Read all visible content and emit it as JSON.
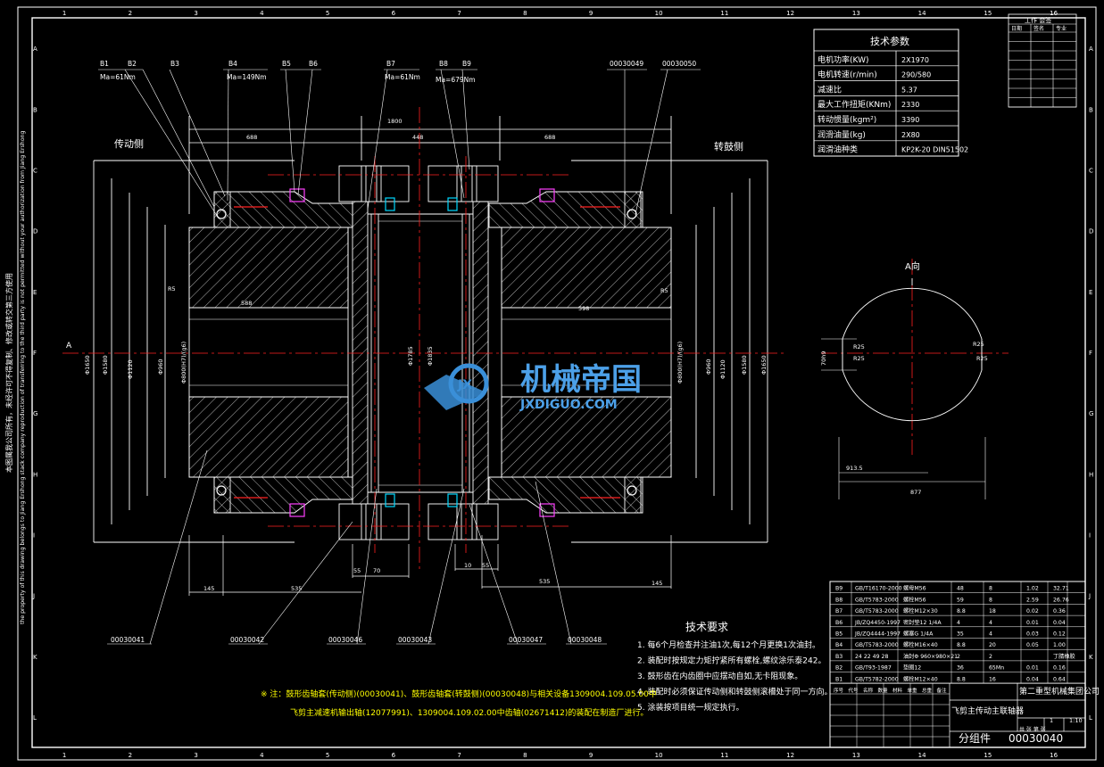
{
  "colors": {
    "background": "#000000",
    "line": "#ffffff",
    "text": "#ffffff",
    "hatch": "#ffffff",
    "accent_red": "#ff2020",
    "accent_cyan": "#00d8ff",
    "accent_magenta": "#ff40ff",
    "accent_green": "#00ff40",
    "accent_yellow": "#ffff00",
    "watermark_blue": "#3a8fd8"
  },
  "border": {
    "columns": [
      "1",
      "2",
      "3",
      "4",
      "5",
      "6",
      "7",
      "8",
      "9",
      "10",
      "11",
      "12",
      "13",
      "14",
      "15",
      "16"
    ],
    "rows": [
      "A",
      "B",
      "C",
      "D",
      "E",
      "F",
      "G",
      "H",
      "I",
      "J",
      "K",
      "L"
    ]
  },
  "side_note": {
    "line1": "本图属我公司所有，未经许可不得复制、修改或转交第三方使用",
    "line2": "the property of this drawing belongs to Jiang Ershong stack company reproduction of transferring to the third party is not permitted without your authorization from Jiang Ershong"
  },
  "labels": {
    "drive_side": "传动侧",
    "driven_side": "转鼓侧",
    "view_a": "A向",
    "section_a": "A",
    "tech_req_title": "技术要求"
  },
  "bolt_callouts": [
    {
      "id": "B1",
      "torque": "Ma=61Nm"
    },
    {
      "id": "B2",
      "torque": ""
    },
    {
      "id": "B3",
      "torque": ""
    },
    {
      "id": "B4",
      "torque": "Ma=149Nm"
    },
    {
      "id": "B5",
      "torque": ""
    },
    {
      "id": "B6",
      "torque": ""
    },
    {
      "id": "B7",
      "torque": "Ma=61Nm"
    },
    {
      "id": "B8",
      "torque": ""
    },
    {
      "id": "B9",
      "torque": "Ma=679Nm"
    }
  ],
  "part_callouts_top": [
    "00030049",
    "00030050"
  ],
  "part_callouts_bottom": [
    "00030041",
    "00030042",
    "00030046",
    "00030043",
    "00030047",
    "00030048"
  ],
  "dimensions": {
    "overall_top": "1800",
    "left_len": "688",
    "mid_len": "448",
    "right_len": "688",
    "inner_left": "588",
    "inner_right": "598",
    "left_d1": "Φ1650",
    "left_d2": "Φ1580",
    "left_d3": "Φ1120",
    "left_d4": "Φ960",
    "left_bore": "Φ800(H7)/(g6)",
    "mid_d1": "Φ1785",
    "mid_d2": "Φ1835",
    "right_d1": "Φ1650",
    "right_d2": "Φ1580",
    "right_d3": "Φ1120",
    "right_d4": "Φ960",
    "right_bore": "Φ800(H7)/(g6)",
    "r_left": "R5",
    "r_right": "R5",
    "bot_55a": "55",
    "bot_70": "70",
    "bot_10": "10",
    "bot_55b": "55",
    "bot_145l": "145",
    "bot_535l": "535",
    "bot_535r": "535",
    "bot_145r": "145",
    "view_r1": "R25",
    "view_r2": "R25",
    "view_r3": "R25",
    "view_r4": "R25",
    "view_h": "70h9",
    "view_w1": "913.5",
    "view_w2": "877"
  },
  "tech_params": {
    "title": "技术参数",
    "rows": [
      {
        "label": "电机功率(KW)",
        "value": "2X1970"
      },
      {
        "label": "电机转速(r/min)",
        "value": "290/580"
      },
      {
        "label": "减速比",
        "value": "5.37"
      },
      {
        "label": "最大工作扭矩(KNm)",
        "value": "2330"
      },
      {
        "label": "转动惯量(kgm²)",
        "value": "3390"
      },
      {
        "label": "润滑油量(kg)",
        "value": "2X80"
      },
      {
        "label": "润滑油种类",
        "value": "KP2K-20    DIN51502"
      }
    ]
  },
  "tech_requirements": [
    "1. 每6个月检查并注油1次,每12个月更换1次油封。",
    "2. 装配时按规定力矩拧紧所有螺栓,螺纹涂乐泰242。",
    "3. 鼓形齿在内齿圈中应摆动自如,无卡阻现象。",
    "4. 装配时必须保证传动侧和转鼓侧滚槽处于同一方向。",
    "5. 涂装按项目统一规定执行。"
  ],
  "note": {
    "line1": "※  注：鼓形齿轴套(传动侧)(00030041)、鼓形齿轴套(转鼓侧)(00030048)与相关设备1309004.109.05.00中",
    "line2": "飞剪主减速机输出轴(12077991)、1309004.109.02.00中齿轴(02671412)的装配在制造厂进行。"
  },
  "watermark": {
    "text": "机械帝国",
    "url": "JXDIGUO.COM",
    "logo": "JX"
  },
  "bom_rows": [
    [
      "B9",
      "GB/T16170-2000",
      "螺母M56",
      "48",
      "8",
      "1.02",
      "32.71"
    ],
    [
      "B8",
      "GB/T5783-2000",
      "螺栓M56",
      "59",
      "8",
      "2.59",
      "26.76"
    ],
    [
      "B7",
      "GB/T5783-2000",
      "螺栓M12×30",
      "8.8",
      "18",
      "0.02",
      "0.36"
    ],
    [
      "B6",
      "JB/ZQ4450-1997",
      "密封垫12 1/4A",
      "4",
      "4",
      "0.01",
      "0.04"
    ],
    [
      "B5",
      "JB/ZQ4444-1997",
      "螺塞G 1/4A",
      "35",
      "4",
      "0.03",
      "0.12"
    ],
    [
      "B4",
      "GB/T5783-2000",
      "螺栓M16×40",
      "8.8",
      "20",
      "0.05",
      "1.00"
    ],
    [
      "B3",
      "24 22 49 28",
      "油封Φ 960×980×21",
      "2",
      "2",
      "",
      "丁腈橡胶"
    ],
    [
      "B2",
      "GB/T93-1987",
      "垫圈12",
      "36",
      "65Mn",
      "0.01",
      "0.16"
    ],
    [
      "B1",
      "GB/T5782-2000",
      "螺栓M12×40",
      "8.8",
      "16",
      "0.04",
      "0.64"
    ]
  ],
  "title_block": {
    "company": "第二重型机械集团公司",
    "product": "飞剪主传动主联轴器",
    "drawing_no": "00030040",
    "part_type": "分组件",
    "scale": "1:10",
    "quantity": "1",
    "headers": [
      "序号",
      "代号",
      "名称",
      "数量",
      "材料",
      "单重",
      "总重",
      "备注"
    ],
    "sheet": "共  张  第  张"
  },
  "revision_table_header": {
    "title": "工作 会签",
    "cols": [
      "日期",
      "签名",
      "专业"
    ]
  }
}
